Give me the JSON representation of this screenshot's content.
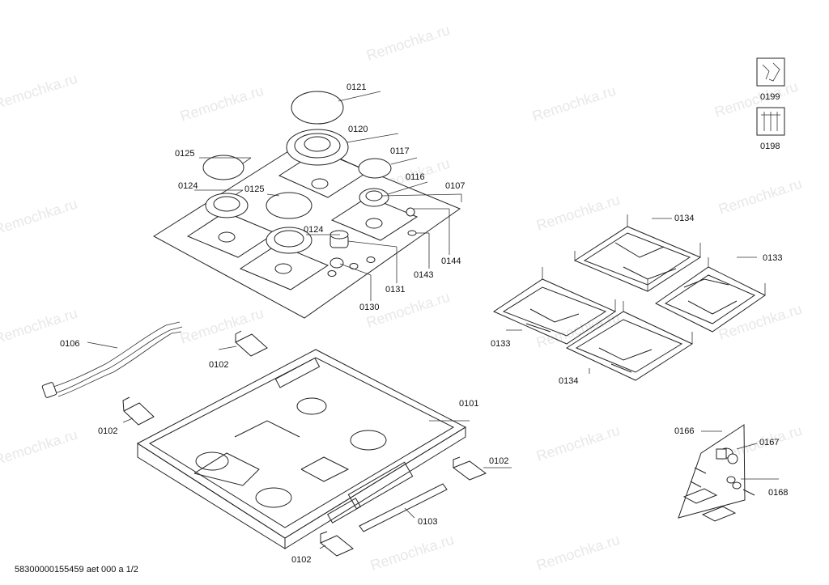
{
  "watermark": "Remochka.ru",
  "footer": "58300000155459 aet 000 a 1/2",
  "labels": {
    "p0121": "0121",
    "p0120": "0120",
    "p0125a": "0125",
    "p0117": "0117",
    "p0124a": "0124",
    "p0125b": "0125",
    "p0116": "0116",
    "p0107": "0107",
    "p0124b": "0124",
    "p0144": "0144",
    "p0143": "0143",
    "p0131": "0131",
    "p0130": "0130",
    "p0199": "0199",
    "p0198": "0198",
    "p0134a": "0134",
    "p0133a": "0133",
    "p0133b": "0133",
    "p0134b": "0134",
    "p0106": "0106",
    "p0102a": "0102",
    "p0102b": "0102",
    "p0101": "0101",
    "p0102c": "0102",
    "p0103": "0103",
    "p0102d": "0102",
    "p0166": "0166",
    "p0167": "0167",
    "p0168": "0168"
  },
  "colors": {
    "line": "#222222",
    "watermark": "#e8e8e8"
  }
}
